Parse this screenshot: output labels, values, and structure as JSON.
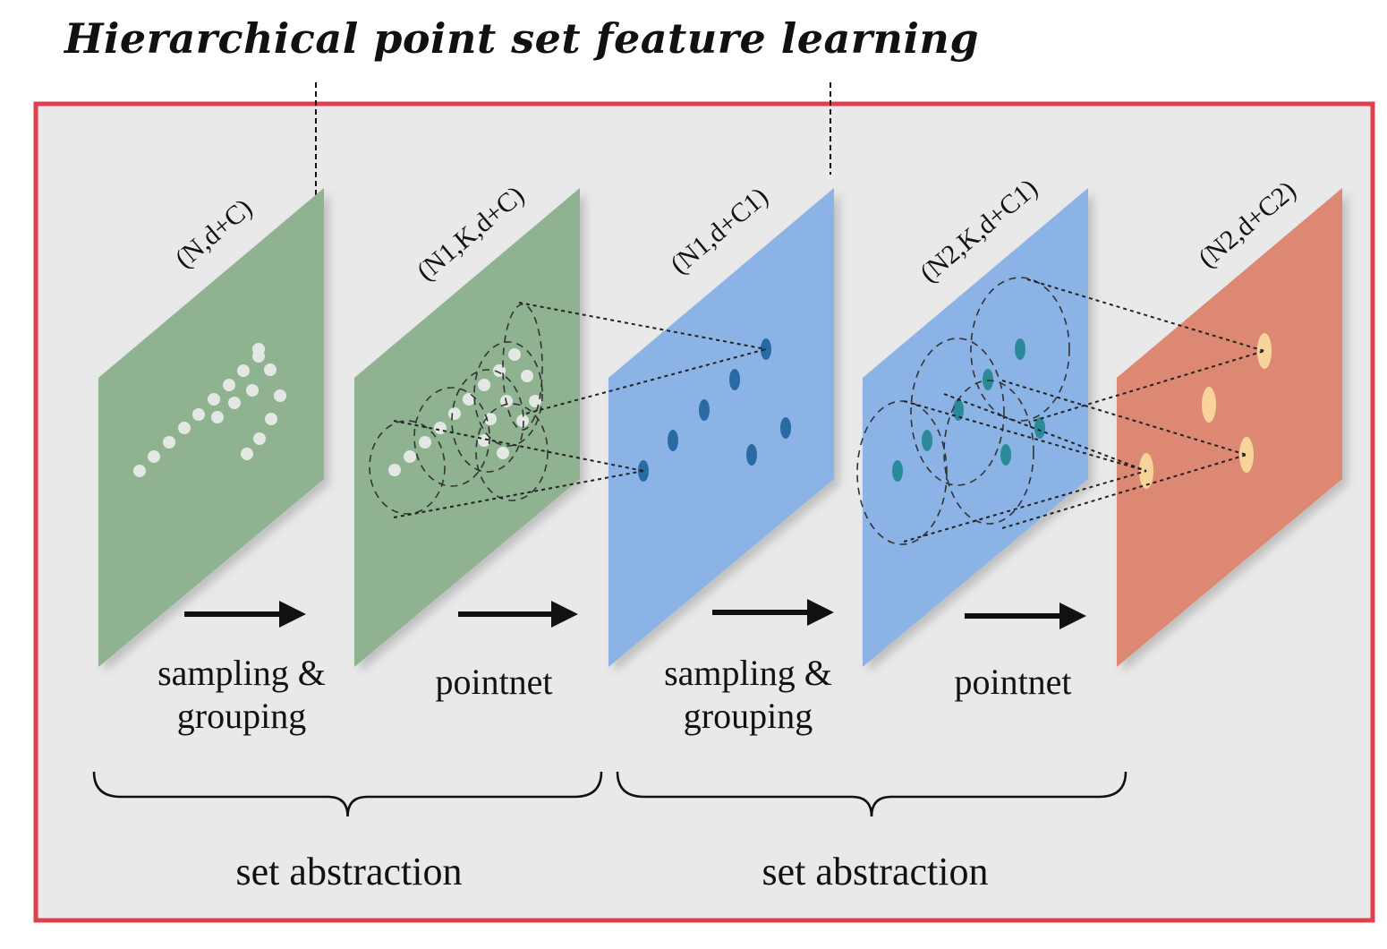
{
  "title": "Hierarchical point set feature learning",
  "layers": [
    {
      "label": "(N,d+C)",
      "color": "#8fb291"
    },
    {
      "label": "(N1,K,d+C)",
      "color": "#8fb291"
    },
    {
      "label": "(N1,d+C1)",
      "color": "#8bb3e6"
    },
    {
      "label": "(N2,K,d+C1)",
      "color": "#8bb3e6"
    },
    {
      "label": "(N2,d+C2)",
      "color": "#dd8872"
    }
  ],
  "operations": [
    {
      "line1": "sampling &",
      "line2": "grouping"
    },
    {
      "line1": "pointnet",
      "line2": ""
    },
    {
      "line1": "sampling &",
      "line2": "grouping"
    },
    {
      "line1": "pointnet",
      "line2": ""
    }
  ],
  "stages": [
    {
      "label": "set abstraction"
    },
    {
      "label": "set abstraction"
    }
  ],
  "colors": {
    "frame_border": "#e0404e",
    "frame_fill": "#e9e9e9",
    "green_plane": "#8fb291",
    "blue_plane": "#8bb3e6",
    "red_plane": "#dd8872",
    "white_points": "#e4e8e4",
    "teal_points": "#2a8a9a",
    "blue_points": "#2a6aa4",
    "yellow_points": "#f8d49a"
  }
}
